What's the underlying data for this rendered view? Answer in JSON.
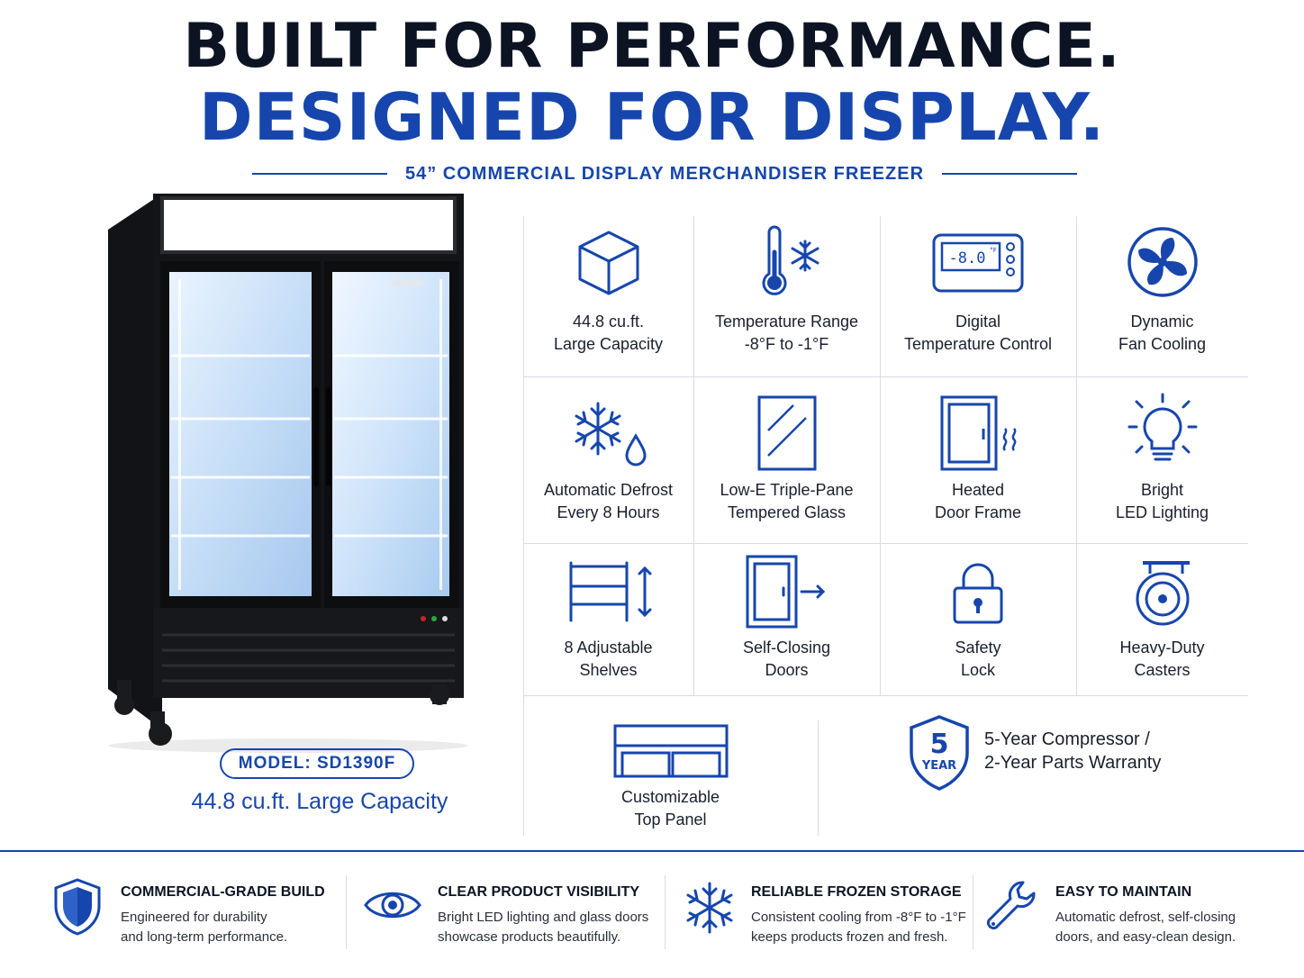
{
  "header": {
    "line1": "BUILT FOR PERFORMANCE.",
    "line2": "DESIGNED FOR DISPLAY.",
    "subtitle": "54” COMMERCIAL DISPLAY MERCHANDISER FREEZER"
  },
  "product": {
    "model": "MODEL: SD1390F",
    "capacity_caption": "44.8 cu.ft. Large Capacity",
    "display_temp": "-8.0",
    "display_unit": "°F"
  },
  "features": [
    {
      "icon": "cube-icon",
      "line1": "44.8 cu.ft.",
      "line2": "Large Capacity"
    },
    {
      "icon": "thermometer-snowflake-icon",
      "line1": "Temperature Range",
      "line2": "-8°F to -1°F"
    },
    {
      "icon": "digital-display-icon",
      "line1": "Digital",
      "line2": "Temperature Control"
    },
    {
      "icon": "fan-icon",
      "line1": "Dynamic",
      "line2": "Fan Cooling"
    },
    {
      "icon": "snowflake-droplet-icon",
      "line1": "Automatic Defrost",
      "line2": "Every 8 Hours"
    },
    {
      "icon": "glass-pane-icon",
      "line1": "Low-E Triple-Pane",
      "line2": "Tempered Glass"
    },
    {
      "icon": "heated-door-icon",
      "line1": "Heated",
      "line2": "Door Frame"
    },
    {
      "icon": "light-bulb-icon",
      "line1": "Bright",
      "line2": "LED Lighting"
    },
    {
      "icon": "shelves-icon",
      "line1": "8 Adjustable",
      "line2": "Shelves"
    },
    {
      "icon": "self-closing-door-icon",
      "line1": "Self-Closing",
      "line2": "Doors"
    },
    {
      "icon": "padlock-icon",
      "line1": "Safety",
      "line2": "Lock"
    },
    {
      "icon": "caster-wheel-icon",
      "line1": "Heavy-Duty",
      "line2": "Casters"
    },
    {
      "icon": "top-panel-icon",
      "line1": "Customizable",
      "line2": "Top Panel"
    }
  ],
  "warranty": {
    "badge_number": "5",
    "badge_word": "YEAR",
    "line1": "5-Year Compressor /",
    "line2": "2-Year Parts Warranty"
  },
  "benefits": [
    {
      "icon": "shield-icon",
      "title": "COMMERCIAL-GRADE BUILD",
      "desc1": "Engineered for durability",
      "desc2": "and long-term performance."
    },
    {
      "icon": "eye-icon",
      "title": "CLEAR PRODUCT VISIBILITY",
      "desc1": "Bright LED lighting and glass doors",
      "desc2": "showcase products beautifully."
    },
    {
      "icon": "snowflake-icon",
      "title": "RELIABLE FROZEN STORAGE",
      "desc1": "Consistent cooling from -8°F to -1°F",
      "desc2": "keeps products frozen and fresh."
    },
    {
      "icon": "wrench-icon",
      "title": "EASY TO MAINTAIN",
      "desc1": "Automatic defrost, self-closing",
      "desc2": "doors, and easy-clean design."
    }
  ],
  "colors": {
    "accent": "#1646ad",
    "ink": "#0c1424",
    "divider": "#d9dce3"
  }
}
